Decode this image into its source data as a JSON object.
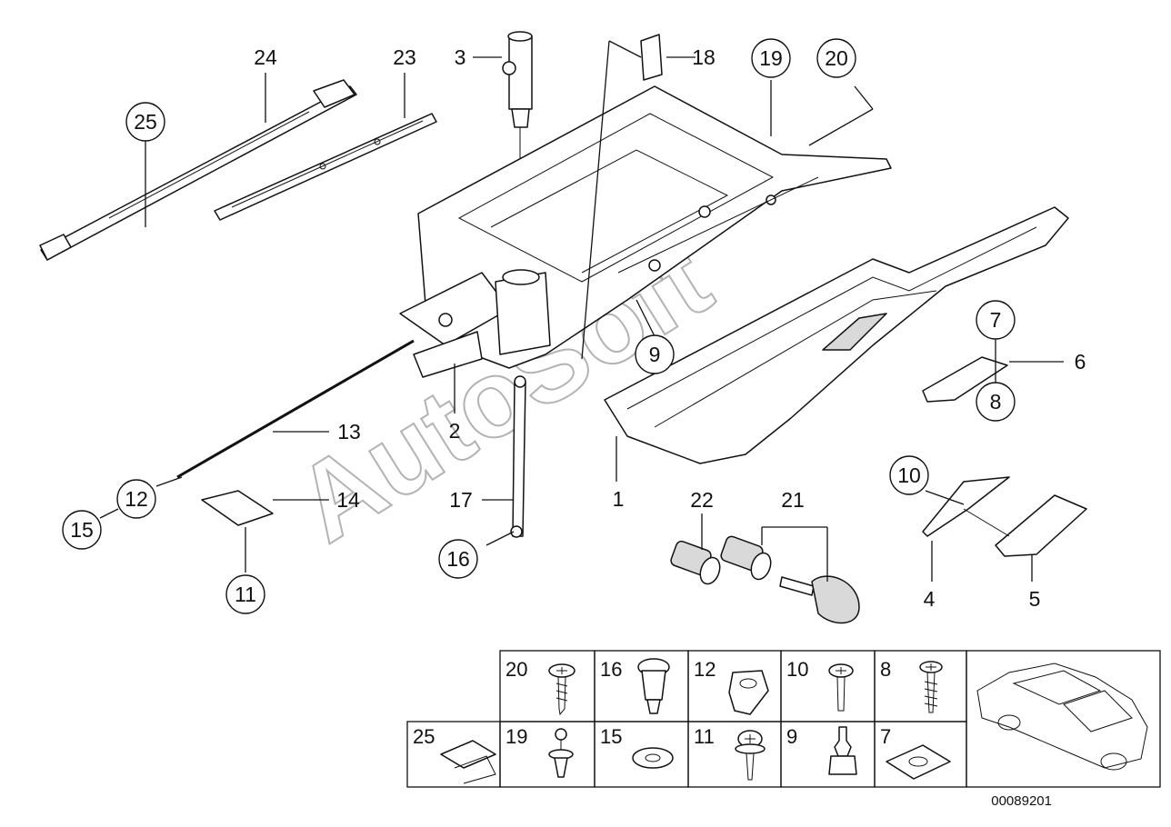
{
  "callouts": [
    {
      "id": "1",
      "text": "1",
      "circled": false
    },
    {
      "id": "2",
      "text": "2",
      "circled": false
    },
    {
      "id": "3",
      "text": "3",
      "circled": false
    },
    {
      "id": "4",
      "text": "4",
      "circled": false
    },
    {
      "id": "5",
      "text": "5",
      "circled": false
    },
    {
      "id": "6",
      "text": "6",
      "circled": false
    },
    {
      "id": "7",
      "text": "7",
      "circled": true
    },
    {
      "id": "8",
      "text": "8",
      "circled": true
    },
    {
      "id": "9",
      "text": "9",
      "circled": true
    },
    {
      "id": "10",
      "text": "10",
      "circled": true
    },
    {
      "id": "11",
      "text": "11",
      "circled": true
    },
    {
      "id": "12",
      "text": "12",
      "circled": true
    },
    {
      "id": "13",
      "text": "13",
      "circled": false
    },
    {
      "id": "14",
      "text": "14",
      "circled": false
    },
    {
      "id": "15",
      "text": "15",
      "circled": true
    },
    {
      "id": "16",
      "text": "16",
      "circled": true
    },
    {
      "id": "17",
      "text": "17",
      "circled": false
    },
    {
      "id": "18",
      "text": "18",
      "circled": false
    },
    {
      "id": "19",
      "text": "19",
      "circled": true
    },
    {
      "id": "20",
      "text": "20",
      "circled": true
    },
    {
      "id": "21",
      "text": "21",
      "circled": false
    },
    {
      "id": "22",
      "text": "22",
      "circled": false
    },
    {
      "id": "23",
      "text": "23",
      "circled": false
    },
    {
      "id": "24",
      "text": "24",
      "circled": false
    },
    {
      "id": "25",
      "text": "25",
      "circled": true
    }
  ],
  "fastener_table": {
    "row1": [
      "20",
      "16",
      "12",
      "10",
      "8"
    ],
    "row2": [
      "25",
      "19",
      "15",
      "11",
      "9",
      "7"
    ]
  },
  "watermark": "AutoSoft",
  "diagram_code": "00089201"
}
